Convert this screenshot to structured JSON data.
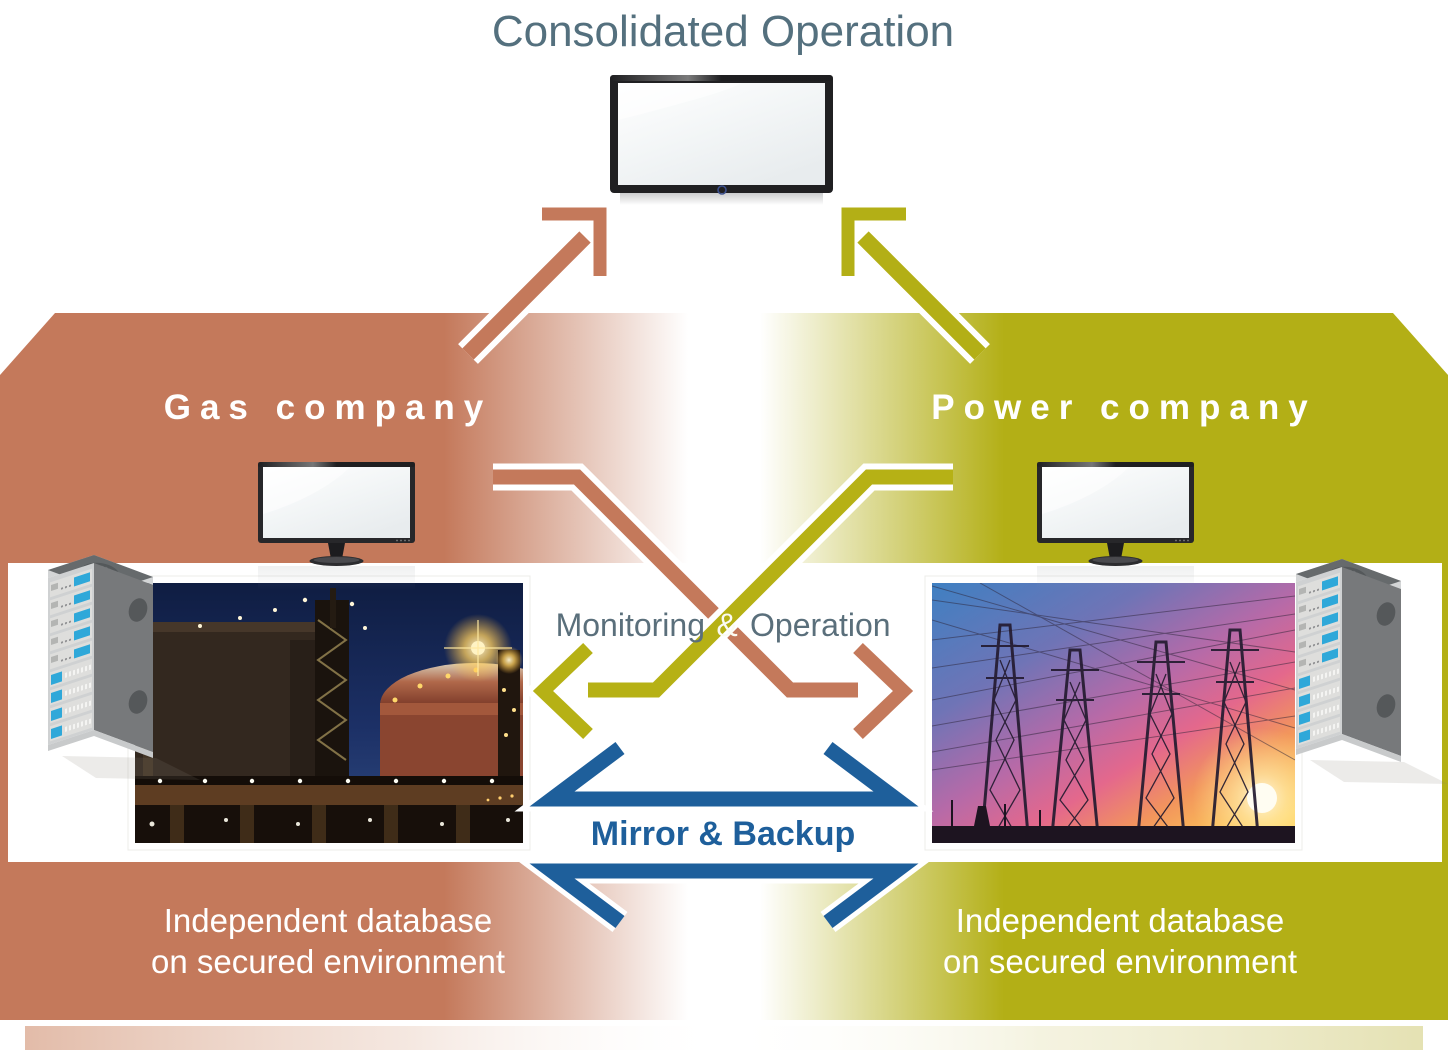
{
  "title": "Consolidated Operation",
  "left": {
    "company_label": "Gas company",
    "database_caption": {
      "line1": "Independent database",
      "line2": "on secured environment"
    }
  },
  "right": {
    "company_label": "Power company",
    "database_caption": {
      "line1": "Independent database",
      "line2": "on secured environment"
    }
  },
  "center": {
    "monitoring_label": "Monitoring",
    "ampersand": "&",
    "operation_label": "Operation",
    "mirror_backup_label": "Mirror & Backup"
  },
  "colors": {
    "gas_accent": "#c4795b",
    "power_accent": "#b3af16",
    "backup_blue": "#1e5f9b",
    "heading_gray": "#54707e"
  }
}
